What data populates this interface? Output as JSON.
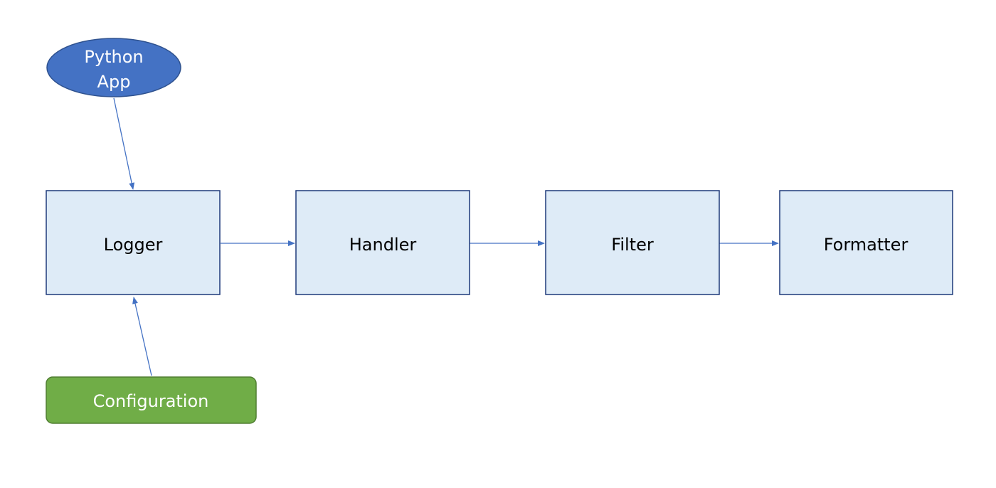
{
  "diagram": {
    "nodes": {
      "python_app": {
        "lines": [
          "Python",
          "App"
        ],
        "fill": "#4472c4",
        "stroke": "#2f528f",
        "text_color": "#ffffff"
      },
      "logger": {
        "label": "Logger",
        "fill": "#deebf7",
        "stroke": "#1f3a7a",
        "text_color": "#000000"
      },
      "handler": {
        "label": "Handler",
        "fill": "#deebf7",
        "stroke": "#1f3a7a",
        "text_color": "#000000"
      },
      "filter": {
        "label": "Filter",
        "fill": "#deebf7",
        "stroke": "#1f3a7a",
        "text_color": "#000000"
      },
      "formatter": {
        "label": "Formatter",
        "fill": "#deebf7",
        "stroke": "#1f3a7a",
        "text_color": "#000000"
      },
      "configuration": {
        "label": "Configuration",
        "fill": "#70ad47",
        "stroke": "#507e32",
        "text_color": "#ffffff"
      }
    },
    "edges": [
      {
        "from": "python_app",
        "to": "logger"
      },
      {
        "from": "configuration",
        "to": "logger"
      },
      {
        "from": "logger",
        "to": "handler"
      },
      {
        "from": "handler",
        "to": "filter"
      },
      {
        "from": "filter",
        "to": "formatter"
      }
    ],
    "edge_color": "#4472c4"
  }
}
